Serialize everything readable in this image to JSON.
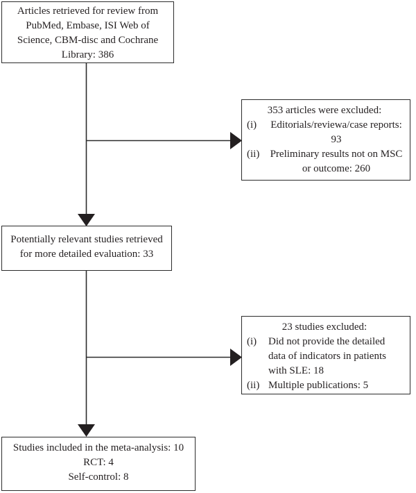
{
  "diagram": {
    "boxes": {
      "retrieved": {
        "lines": [
          "Articles retrieved for review from",
          "PubMed, Embase, ISI Web of",
          "Science, CBM-disc and Cochrane",
          "Library: 386"
        ]
      },
      "excluded1": {
        "title": "353 articles were excluded:",
        "items": [
          {
            "marker": "(i)",
            "text": "Editorials/reviewa/case reports: 93"
          },
          {
            "marker": "(ii)",
            "text": "Preliminary results not on MSC or outcome: 260"
          }
        ]
      },
      "relevant": {
        "lines": [
          "Potentially relevant studies retrieved",
          "for more detailed evaluation: 33"
        ]
      },
      "excluded2": {
        "title": "23 studies excluded:",
        "items": [
          {
            "marker": "(i)",
            "text": "Did not provide the detailed data of indicators in patients with SLE: 18"
          },
          {
            "marker": "(ii)",
            "text": "Multiple publications: 5"
          }
        ]
      },
      "included": {
        "lines": [
          "Studies included in the meta-analysis: 10",
          "RCT: 4",
          "Self-control: 8"
        ]
      }
    },
    "colors": {
      "border": "#2b2b2b",
      "arrow": "#231f20",
      "text": "#231f20",
      "background": "#ffffff"
    }
  }
}
